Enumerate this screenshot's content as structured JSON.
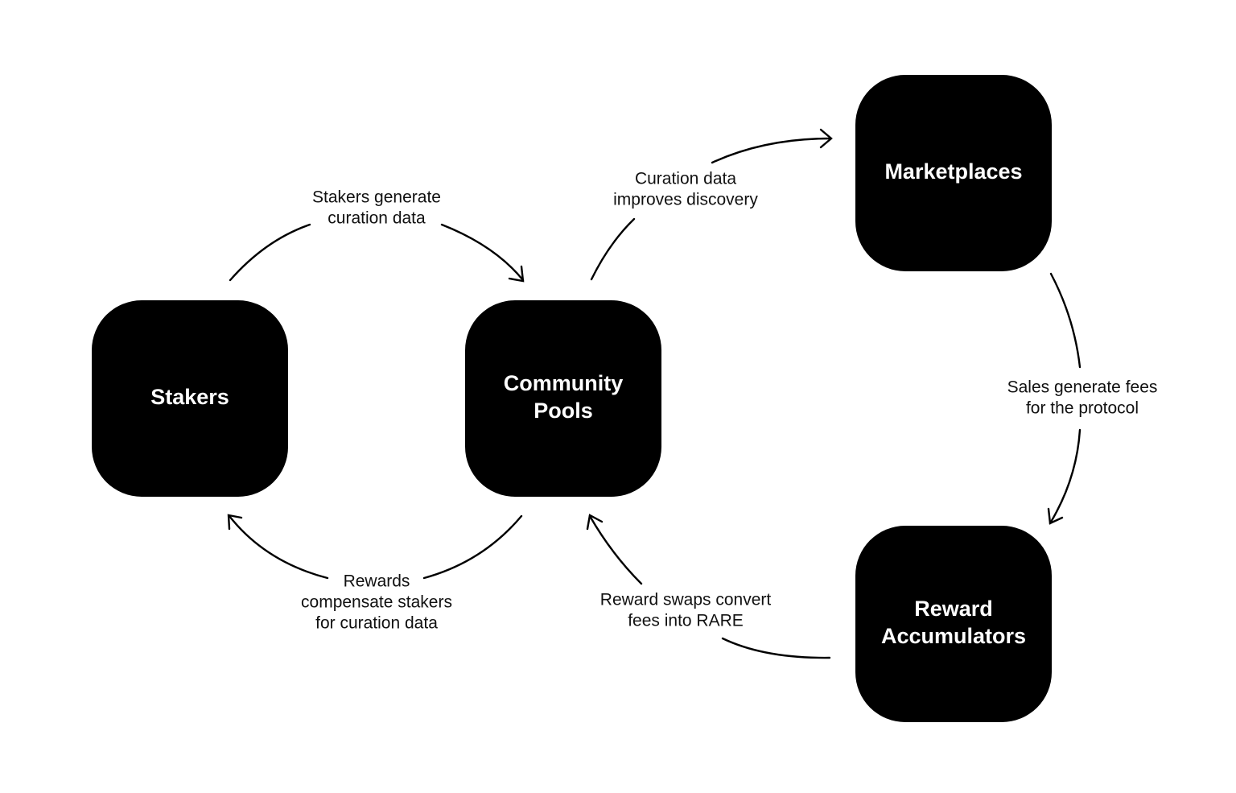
{
  "nodes": {
    "stakers": {
      "label": "Stakers"
    },
    "community_pools": {
      "line1": "Community",
      "line2": "Pools"
    },
    "marketplaces": {
      "label": "Marketplaces"
    },
    "reward_accumulators": {
      "line1": "Reward",
      "line2": "Accumulators"
    }
  },
  "edges": {
    "stakers_to_pools": {
      "line1": "Stakers generate",
      "line2": "curation data"
    },
    "pools_to_marketplaces": {
      "line1": "Curation data",
      "line2": "improves discovery"
    },
    "marketplaces_to_accumulators": {
      "line1": "Sales generate fees",
      "line2": "for the protocol"
    },
    "accumulators_to_pools": {
      "line1": "Reward swaps convert",
      "line2": "fees into RARE"
    },
    "pools_to_stakers": {
      "line1": "Rewards",
      "line2": "compensate stakers",
      "line3": "for curation data"
    }
  },
  "colors": {
    "node_fill": "#000000",
    "node_text": "#ffffff",
    "edge": "#000000",
    "background": "#ffffff"
  }
}
